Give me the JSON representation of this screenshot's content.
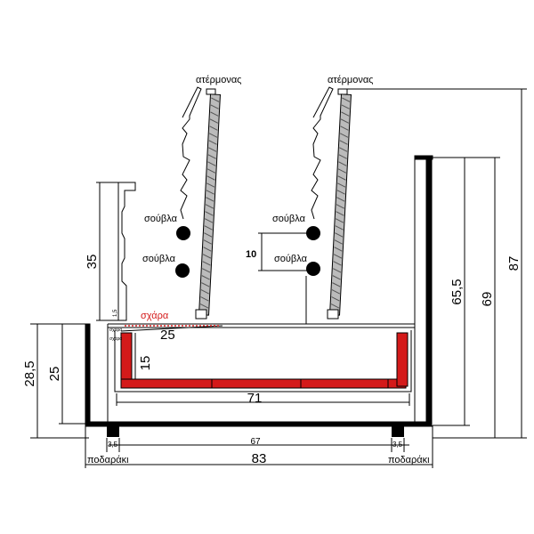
{
  "labels": {
    "terminator_left": "ατέρμονας",
    "terminator_right": "ατέρμονας",
    "skewer_1": "σούβλα",
    "skewer_2": "σούβλα",
    "skewer_3": "σούβλα",
    "skewer_4": "σούβλα",
    "grill": "σχάρα",
    "grill_small_1": "σχάρα",
    "grill_small_2": "σχάρα",
    "leg_left": "ποδαράκι",
    "leg_right": "ποδαράκι"
  },
  "dimensions": {
    "d35": "35",
    "d10": "10",
    "d25_top": "25",
    "d15": "15",
    "d71": "71",
    "d28_5": "28,5",
    "d25_left": "25",
    "d65_5": "65,5",
    "d69": "69",
    "d87": "87",
    "d67": "67",
    "d83": "83",
    "d1_5": "1,5",
    "d3_5_left": "3,5",
    "d3_5_right": "3,5"
  },
  "colors": {
    "line": "#000000",
    "tray_fill": "#d41a1a",
    "grill_label": "#d41a1a",
    "spring": "#555555"
  }
}
